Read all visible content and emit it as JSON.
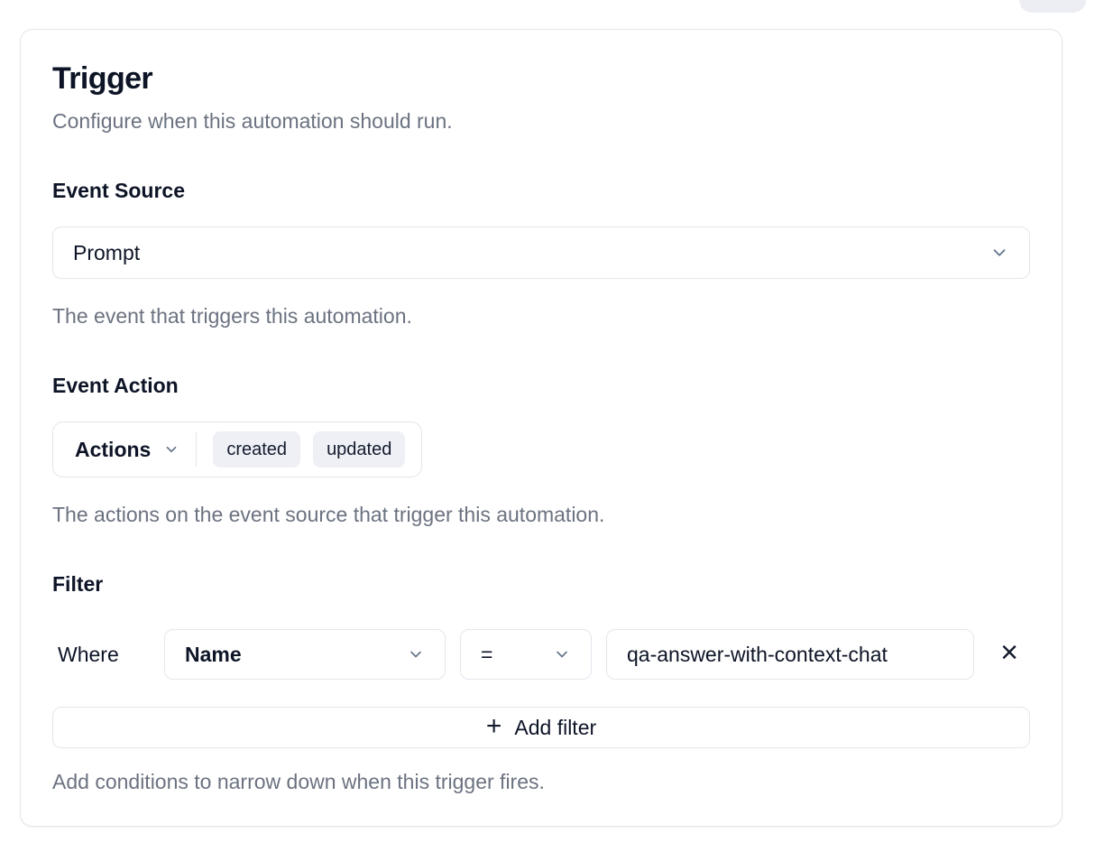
{
  "card": {
    "title": "Trigger",
    "subtitle": "Configure when this automation should run."
  },
  "event_source": {
    "label": "Event Source",
    "selected": "Prompt",
    "help": "The event that triggers this automation."
  },
  "event_action": {
    "label": "Event Action",
    "dropdown_label": "Actions",
    "badges": [
      "created",
      "updated"
    ],
    "help": "The actions on the event source that trigger this automation."
  },
  "filter": {
    "label": "Filter",
    "where_label": "Where",
    "field_selected": "Name",
    "operator_selected": "=",
    "value": "qa-answer-with-context-chat",
    "add_label": "Add filter",
    "help": "Add conditions to narrow down when this trigger fires."
  },
  "icons": {
    "chevron_down": "chevron-down",
    "plus": "+",
    "close": "×"
  },
  "colors": {
    "text_dark": "#0d1426",
    "text_muted": "#6b7280",
    "border": "#e3e6ed",
    "badge_bg": "#eef0f6",
    "chevron": "#64748b",
    "card_bg": "#ffffff"
  }
}
